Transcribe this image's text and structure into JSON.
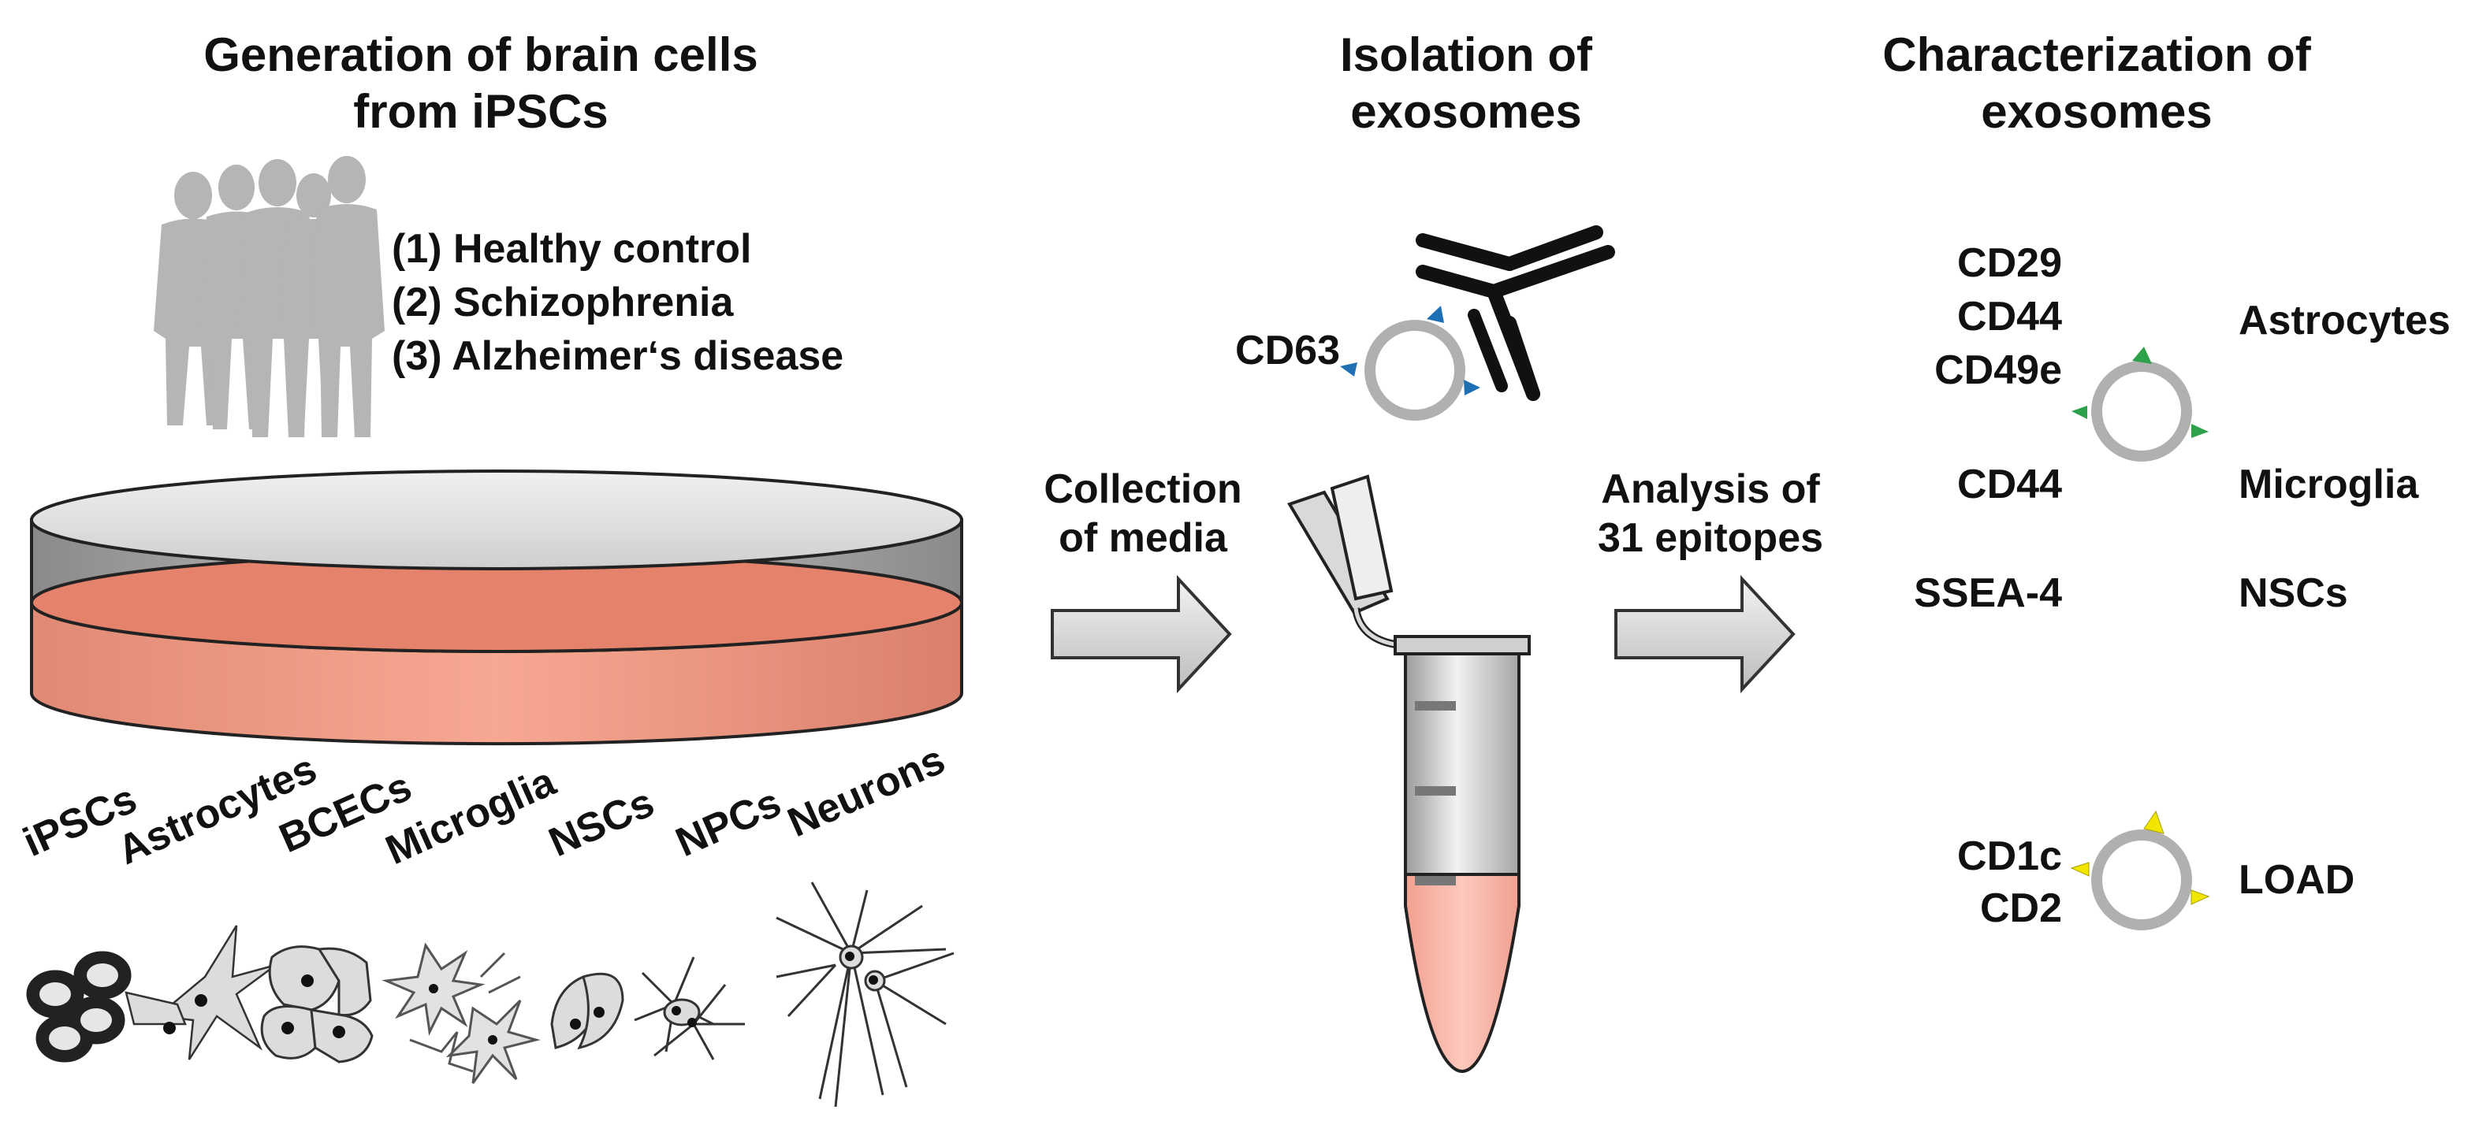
{
  "headings": {
    "generation": [
      "Generation of brain cells",
      "from iPSCs"
    ],
    "isolation": [
      "Isolation of",
      "exosomes"
    ],
    "characterization": [
      "Characterization of",
      "exosomes"
    ]
  },
  "conditions": [
    "(1) Healthy control",
    "(2) Schizophrenia",
    "(3) Alzheimer‘s disease"
  ],
  "cell_types": [
    "iPSCs",
    "Astrocytes",
    "BCECs",
    "Microglia",
    "NSCs",
    "NPCs",
    "Neurons"
  ],
  "steps": {
    "collection": [
      "Collection",
      "of media"
    ],
    "analysis": [
      "Analysis of",
      "31 epitopes"
    ]
  },
  "isolation_marker": "CD63",
  "markers": {
    "astro_markers": [
      "CD29",
      "CD44",
      "CD49e"
    ],
    "astro_label": "Astrocytes",
    "microglia_marker": "CD44",
    "microglia_label": "Microglia",
    "nsc_marker": "SSEA-4",
    "nsc_label": "NSCs",
    "load_markers": [
      "CD1c",
      "CD2"
    ],
    "load_label": "LOAD"
  },
  "colors": {
    "media": "#f9a38d",
    "media_top": "#e0806a",
    "dish_grey": "#9e9e9e",
    "silhouette": "#b5b5b5",
    "exosome": "#b0b0b0",
    "marker_blue": "#1f6fb5",
    "marker_green": "#2ea24a",
    "marker_yellow": "#f2e600",
    "arrow_fill": "#d9d9d9",
    "tube_liquid": "#f7b0a1"
  }
}
